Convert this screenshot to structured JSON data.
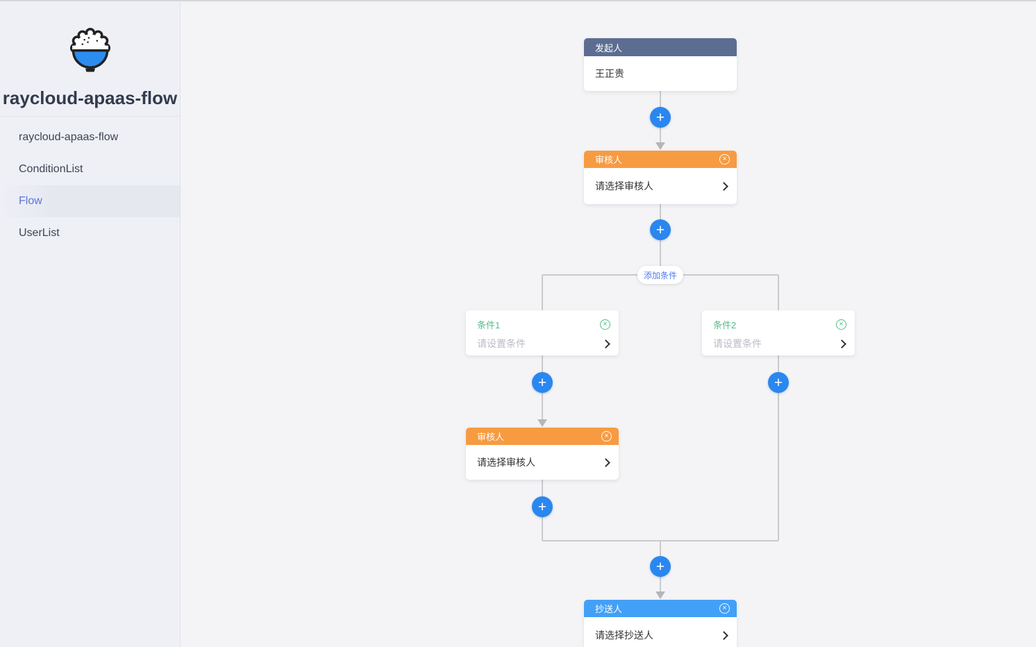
{
  "sidebar": {
    "logo_icon": "rice-bowl-icon",
    "title": "raycloud-apaas-flow",
    "menu": [
      {
        "label": "raycloud-apaas-flow",
        "active": false
      },
      {
        "label": "ConditionList",
        "active": false
      },
      {
        "label": "Flow",
        "active": true
      },
      {
        "label": "UserList",
        "active": false
      }
    ]
  },
  "flow": {
    "add_condition_button": "添加条件",
    "nodes": {
      "initiator": {
        "title": "发起人",
        "value": "王正贵"
      },
      "approver1": {
        "title": "审核人",
        "value": "请选择审核人"
      },
      "condition1": {
        "title": "条件1",
        "value": "请设置条件"
      },
      "condition2": {
        "title": "条件2",
        "value": "请设置条件"
      },
      "approver2": {
        "title": "审核人",
        "value": "请选择审核人"
      },
      "cc": {
        "title": "抄送人",
        "value": "请选择抄送人"
      }
    },
    "colors": {
      "initiator_header": "#5d6d92",
      "approver_header": "#f79b42",
      "cc_header": "#42a0f7",
      "condition_title": "#55bd8a",
      "plus_button": "#2a87ef",
      "add_condition_text": "#4d7bf0",
      "connector_line": "#c9cace",
      "sidebar_bg": "#eef0f6",
      "canvas_bg": "#f4f4f6",
      "active_menu_text": "#5a74d8"
    }
  },
  "icons": {
    "plus": "+",
    "close": "×"
  }
}
